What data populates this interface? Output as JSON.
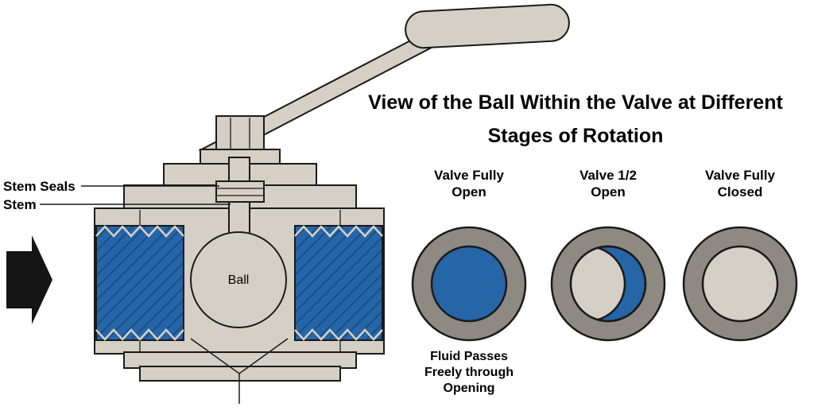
{
  "colors": {
    "body": "#d5d0c6",
    "outline": "#1a1a1a",
    "fluid": "#2565a8",
    "fluid_dark": "#1c4e86",
    "ring": "#8e8a83",
    "arrow": "#151515",
    "background": "#ffffff"
  },
  "valve": {
    "stem_seals_label": "Stem Seals",
    "stem_label": "Stem",
    "ball_label": "Ball"
  },
  "panel": {
    "title_line1": "View of the Ball Within the Valve at Different",
    "title_line2": "Stages of Rotation",
    "stages": [
      {
        "line1": "Valve Fully",
        "line2": "Open"
      },
      {
        "line1": "Valve 1/2",
        "line2": "Open"
      },
      {
        "line1": "Valve Fully",
        "line2": "Closed"
      }
    ],
    "caption_line1": "Fluid Passes",
    "caption_line2": "Freely through",
    "caption_line3": "Opening"
  }
}
